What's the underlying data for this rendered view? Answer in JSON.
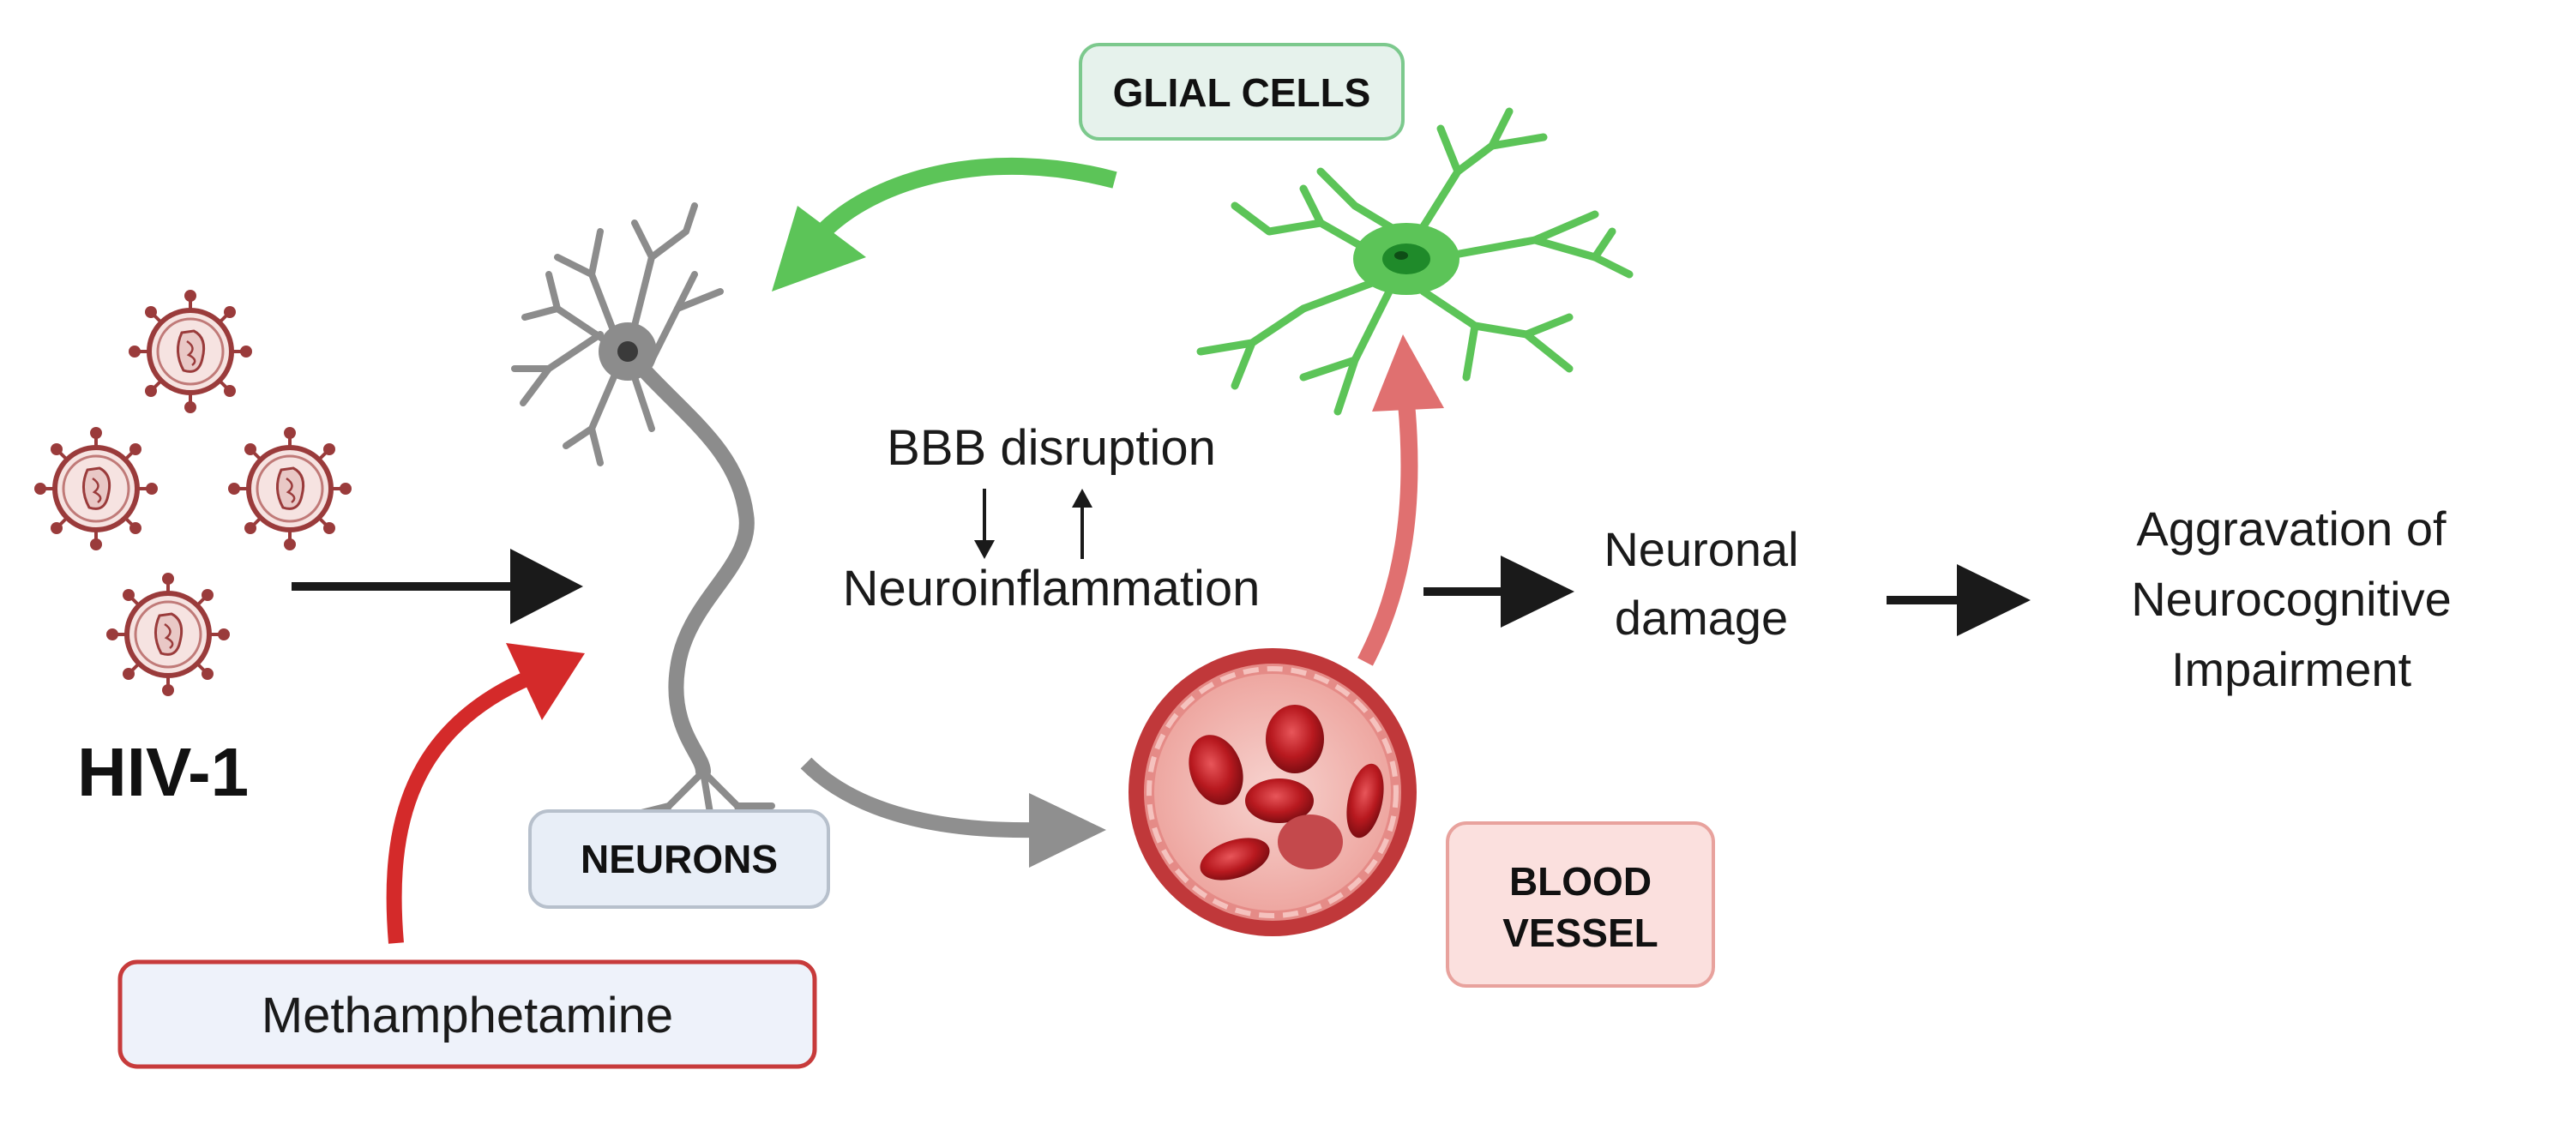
{
  "labels": {
    "glial_cells": "GLIAL CELLS",
    "neurons": "NEURONS",
    "blood_vessel_line1": "BLOOD",
    "blood_vessel_line2": "VESSEL",
    "hiv": "HIV-1",
    "methamphetamine": "Methamphetamine",
    "bbb_disruption": "BBB disruption",
    "neuroinflammation": "Neuroinflammation",
    "neuronal_damage_line1": "Neuronal",
    "neuronal_damage_line2": "damage",
    "aggravation_line1": "Aggravation of",
    "aggravation_line2": "Neurocognitive",
    "aggravation_line3": "Impairment"
  },
  "colors": {
    "glial": "#5cc458",
    "glial_dark": "#1f8a2a",
    "neuron": "#8c8c8c",
    "vessel": "#c0383a",
    "virus": "#9a3b3b",
    "meth_arrow": "#d42a2a",
    "glial_to_glia_arrow": "#e07070",
    "black_arrow": "#1a1a1a",
    "gray_arrow": "#8f8f8f"
  }
}
